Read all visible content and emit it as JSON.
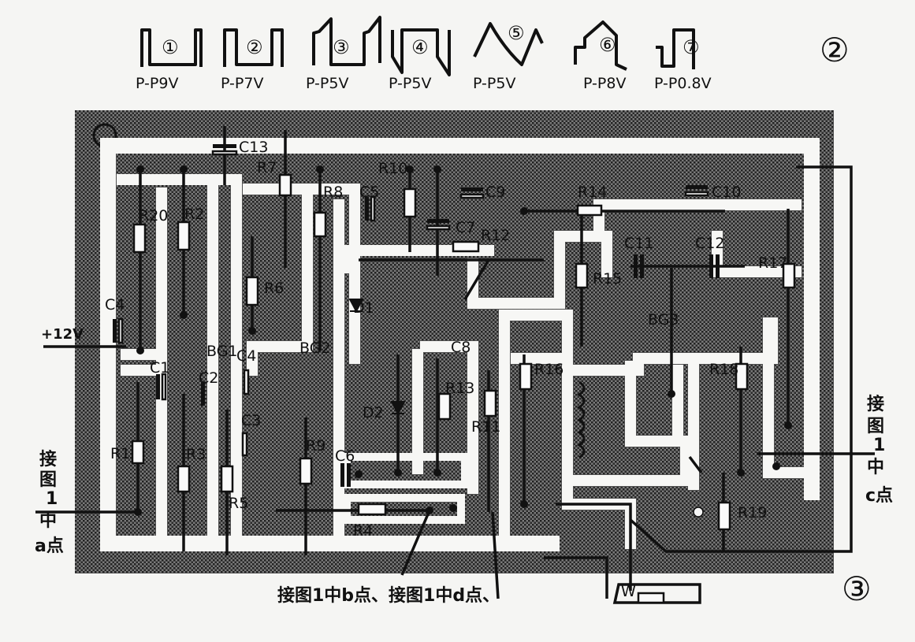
{
  "figure_numbers": {
    "waveforms": "②",
    "board": "③"
  },
  "waveforms": [
    {
      "number": "①",
      "label": "P-P9V"
    },
    {
      "number": "②",
      "label": "P-P7V"
    },
    {
      "number": "③",
      "label": "P-P5V"
    },
    {
      "number": "④",
      "label": "P-P5V"
    },
    {
      "number": "⑤",
      "label": "P-P5V"
    },
    {
      "number": "⑥",
      "label": "P-P8V"
    },
    {
      "number": "⑦",
      "label": "P-P0.8V"
    }
  ],
  "components": {
    "R1": "R1",
    "R2": "R2",
    "R3": "R3",
    "R4": "R4",
    "R5": "R5",
    "R6": "R6",
    "R7": "R7",
    "R8": "R8",
    "R9": "R9",
    "R10": "R10",
    "R11": "R11",
    "R12": "R12",
    "R13": "R13",
    "R14": "R14",
    "R15": "R15",
    "R16": "R16",
    "R17": "R17",
    "R18": "R18",
    "R19": "R19",
    "R20": "R20",
    "C1": "C1",
    "C2": "C2",
    "C3": "C3",
    "C4a": "C4",
    "C4b": "C4",
    "C5": "C5",
    "C6": "C6",
    "C7": "C7",
    "C8": "C8",
    "C9": "C9",
    "C10": "C10",
    "C11": "C11",
    "C12": "C12",
    "C13": "C13",
    "BG1": "BG1",
    "BG2": "BG2",
    "BG3": "BG3",
    "D1": "D1",
    "D2": "D2",
    "W": "W"
  },
  "annotations": {
    "supply": "+12V",
    "point_a": [
      "接",
      "图",
      "1",
      "中",
      "a点"
    ],
    "point_c": [
      "接",
      "图",
      "1",
      "中",
      "c点"
    ],
    "points_bd": "接图1中b点、接图1中d点、"
  }
}
